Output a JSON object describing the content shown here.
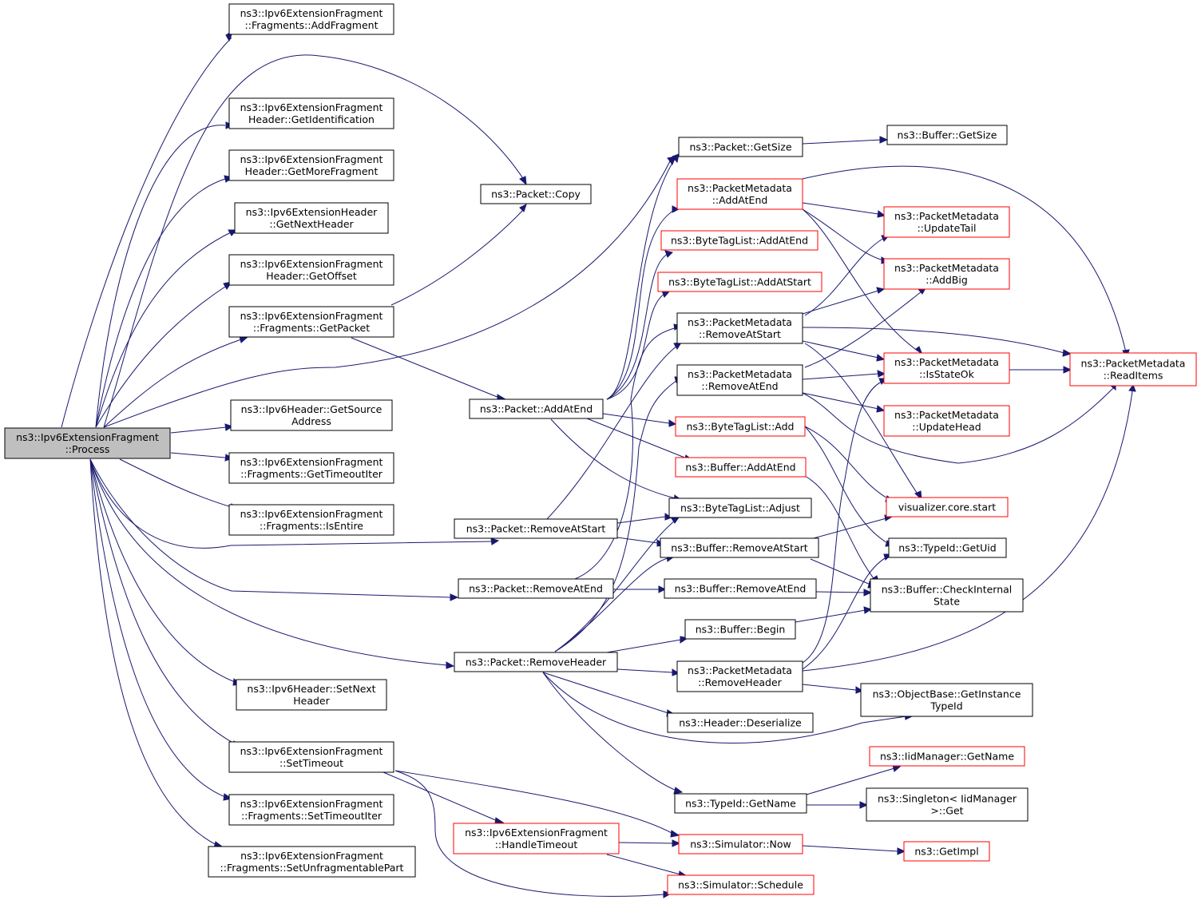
{
  "title": "",
  "colors": {
    "edge": "#191970",
    "node_border": "#000000",
    "truncated_border": "#ff0000",
    "root_fill": "#bfbfbf"
  },
  "nodes": {
    "process": [
      "ns3::Ipv6ExtensionFragment",
      "::Process"
    ],
    "addFragment": [
      "ns3::Ipv6ExtensionFragment",
      "::Fragments::AddFragment"
    ],
    "getIdentification": [
      "ns3::Ipv6ExtensionFragment",
      "Header::GetIdentification"
    ],
    "getMoreFragment": [
      "ns3::Ipv6ExtensionFragment",
      "Header::GetMoreFragment"
    ],
    "getNextHeader": [
      "ns3::Ipv6ExtensionHeader",
      "::GetNextHeader"
    ],
    "getOffset": [
      "ns3::Ipv6ExtensionFragment",
      "Header::GetOffset"
    ],
    "getPacket": [
      "ns3::Ipv6ExtensionFragment",
      "::Fragments::GetPacket"
    ],
    "getSourceAddress": [
      "ns3::Ipv6Header::GetSource",
      "Address"
    ],
    "getTimeoutIter": [
      "ns3::Ipv6ExtensionFragment",
      "::Fragments::GetTimeoutIter"
    ],
    "isEntire": [
      "ns3::Ipv6ExtensionFragment",
      "::Fragments::IsEntire"
    ],
    "setNextHeader": [
      "ns3::Ipv6Header::SetNext",
      "Header"
    ],
    "setTimeout": [
      "ns3::Ipv6ExtensionFragment",
      "::SetTimeout"
    ],
    "setTimeoutIter": [
      "ns3::Ipv6ExtensionFragment",
      "::Fragments::SetTimeoutIter"
    ],
    "setUnfragPart": [
      "ns3::Ipv6ExtensionFragment",
      "::Fragments::SetUnfragmentablePart"
    ],
    "packetCopy": [
      "ns3::Packet::Copy"
    ],
    "packetAddAtEnd": [
      "ns3::Packet::AddAtEnd"
    ],
    "packetRemoveAtStart": [
      "ns3::Packet::RemoveAtStart"
    ],
    "packetRemoveAtEnd": [
      "ns3::Packet::RemoveAtEnd"
    ],
    "packetRemoveHeader": [
      "ns3::Packet::RemoveHeader"
    ],
    "handleTimeout": [
      "ns3::Ipv6ExtensionFragment",
      "::HandleTimeout"
    ],
    "packetGetSize": [
      "ns3::Packet::GetSize"
    ],
    "pmAddAtEnd": [
      "ns3::PacketMetadata",
      "::AddAtEnd"
    ],
    "btlAddAtEnd": [
      "ns3::ByteTagList::AddAtEnd"
    ],
    "btlAddAtStart": [
      "ns3::ByteTagList::AddAtStart"
    ],
    "pmRemoveAtStart": [
      "ns3::PacketMetadata",
      "::RemoveAtStart"
    ],
    "pmRemoveAtEnd": [
      "ns3::PacketMetadata",
      "::RemoveAtEnd"
    ],
    "btlAdd": [
      "ns3::ByteTagList::Add"
    ],
    "bufAddAtEnd": [
      "ns3::Buffer::AddAtEnd"
    ],
    "btlAdjust": [
      "ns3::ByteTagList::Adjust"
    ],
    "bufRemoveAtStart": [
      "ns3::Buffer::RemoveAtStart"
    ],
    "bufRemoveAtEnd": [
      "ns3::Buffer::RemoveAtEnd"
    ],
    "bufBegin": [
      "ns3::Buffer::Begin"
    ],
    "pmRemoveHeader": [
      "ns3::PacketMetadata",
      "::RemoveHeader"
    ],
    "headerDeserialize": [
      "ns3::Header::Deserialize"
    ],
    "typeIdGetName": [
      "ns3::TypeId::GetName"
    ],
    "simNow": [
      "ns3::Simulator::Now"
    ],
    "simSchedule": [
      "ns3::Simulator::Schedule"
    ],
    "bufGetSize": [
      "ns3::Buffer::GetSize"
    ],
    "pmUpdateTail": [
      "ns3::PacketMetadata",
      "::UpdateTail"
    ],
    "pmAddBig": [
      "ns3::PacketMetadata",
      "::AddBig"
    ],
    "pmIsStateOk": [
      "ns3::PacketMetadata",
      "::IsStateOk"
    ],
    "pmUpdateHead": [
      "ns3::PacketMetadata",
      "::UpdateHead"
    ],
    "vizStart": [
      "visualizer.core.start"
    ],
    "typeIdGetUid": [
      "ns3::TypeId::GetUid"
    ],
    "bufCheckState": [
      "ns3::Buffer::CheckInternal",
      "State"
    ],
    "objGetInstanceTypeId": [
      "ns3::ObjectBase::GetInstance",
      "TypeId"
    ],
    "iidGetName": [
      "ns3::IidManager::GetName"
    ],
    "singletonGet": [
      "ns3::Singleton< IidManager",
      ">::Get"
    ],
    "getImpl": [
      "ns3::GetImpl"
    ],
    "pmReadItems": [
      "ns3::PacketMetadata",
      "::ReadItems"
    ]
  }
}
